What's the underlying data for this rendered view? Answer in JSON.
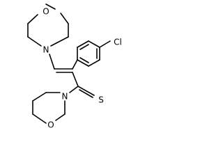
{
  "molecule": {
    "atoms": {
      "o_top": "O",
      "n_top": "N",
      "cl": "Cl",
      "s": "S",
      "n_bottom": "N",
      "o_bottom": "O"
    }
  }
}
